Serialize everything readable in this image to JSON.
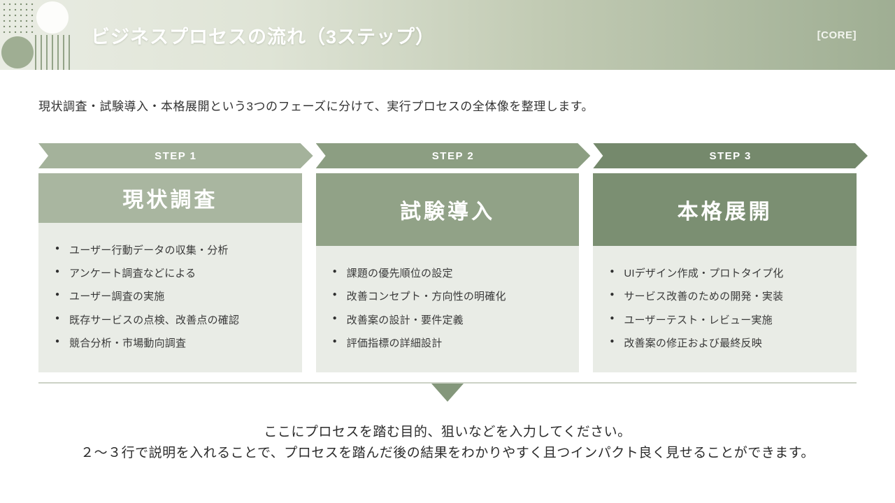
{
  "header": {
    "title": "ビジネスプロセスの流れ（3ステップ）",
    "tag": "[CORE]"
  },
  "subtitle": "現状調査・試験導入・本格展開という3つのフェーズに分けて、実行プロセスの全体像を整理します。",
  "steps": [
    {
      "banner": "STEP 1",
      "title": "現状調査",
      "banner_color": "#a4b29b",
      "header_color": "#a9b6a0",
      "bullets": [
        "ユーザー行動データの収集・分析",
        "アンケート調査などによる",
        "ユーザー調査の実施",
        "既存サービスの点検、改善点の確認",
        "競合分析・市場動向調査"
      ]
    },
    {
      "banner": "STEP 2",
      "title": "試験導入",
      "banner_color": "#8c9e82",
      "header_color": "#91a287",
      "bullets": [
        "課題の優先順位の設定",
        "改善コンセプト・方向性の明確化",
        "改善案の設計・要件定義",
        "評価指標の詳細設計"
      ]
    },
    {
      "banner": "STEP 3",
      "title": "本格展開",
      "banner_color": "#75896c",
      "header_color": "#7b8f72",
      "bullets": [
        "UIデザイン作成・プロトタイプ化",
        "サービス改善のための開発・実装",
        "ユーザーテスト・レビュー実施",
        "改善案の修正および最終反映"
      ]
    }
  ],
  "footer": {
    "line1": "ここにプロセスを踏む目的、狙いなどを入力してください。",
    "line2": "２〜３行で説明を入れることで、プロセスを踏んだ後の結果をわかりやすく且つインパクト良く見せることができます。"
  },
  "colors": {
    "band_gradient_start": "#e9ece3",
    "band_gradient_end": "#9fae93",
    "card_body": "#e9ece6",
    "divider": "#ccd2c6",
    "triangle": "#84977b",
    "text_dark": "#3a3a3a"
  }
}
